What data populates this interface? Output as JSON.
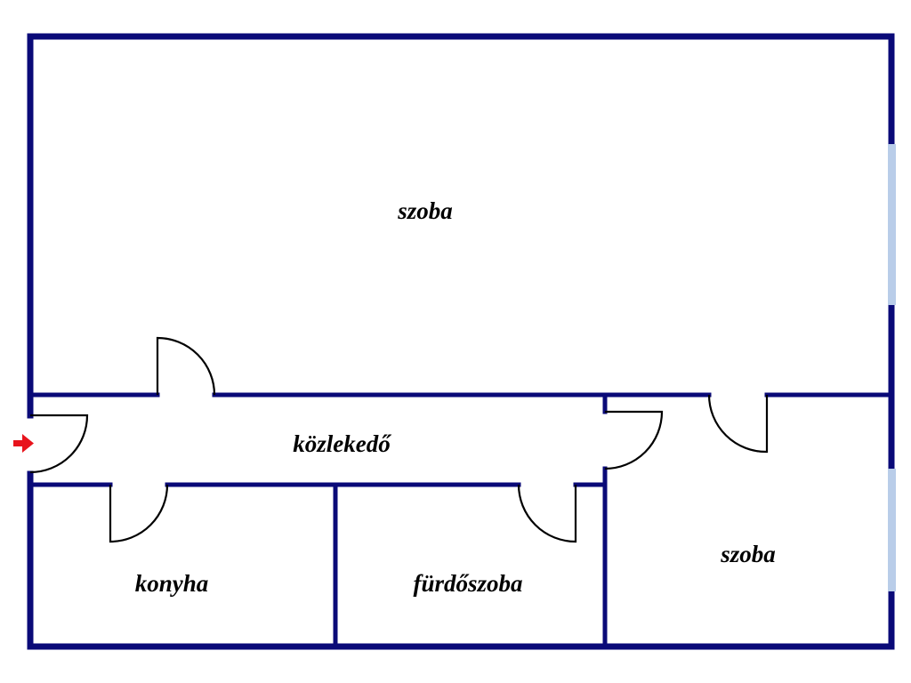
{
  "floorplan": {
    "rooms": {
      "living_room": "szoba",
      "hallway": "közlekedő",
      "kitchen": "konyha",
      "bathroom": "fürdőszoba",
      "bedroom": "szoba"
    },
    "colors": {
      "wall": "#0a0a78",
      "window": "#b9cde9",
      "door": "#000000",
      "entrance_arrow": "#e8141c",
      "background": "#ffffff"
    },
    "icons": {
      "entrance": "arrow-right-icon"
    }
  }
}
